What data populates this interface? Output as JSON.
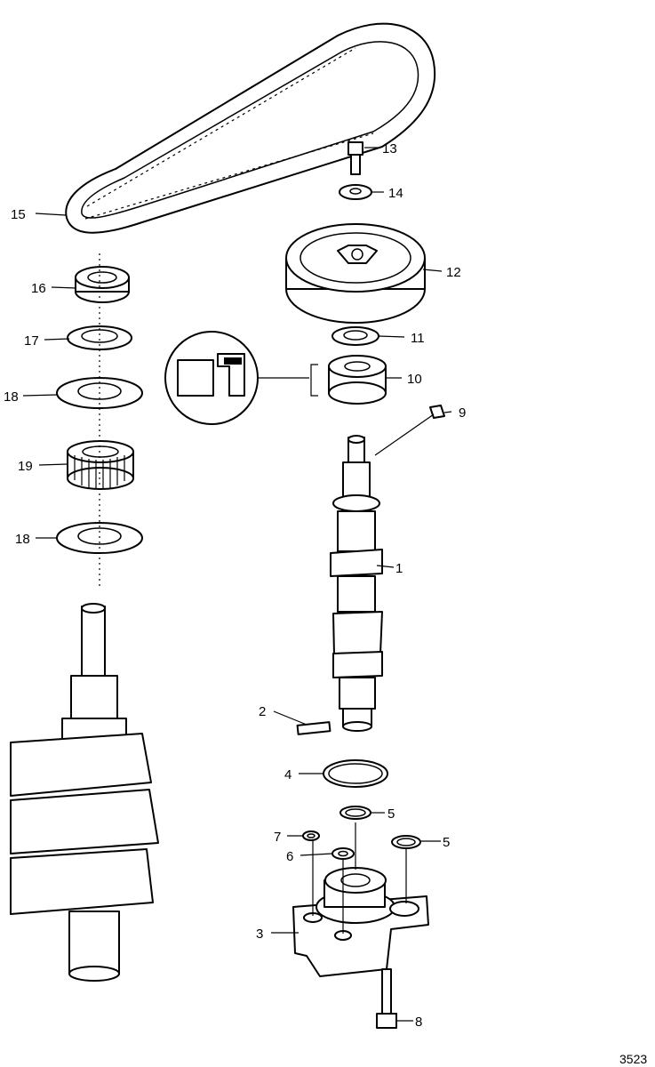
{
  "diagram": {
    "figure_number": "3523",
    "callouts": {
      "c1": "1",
      "c2": "2",
      "c3": "3",
      "c4": "4",
      "c5a": "5",
      "c5b": "5",
      "c6": "6",
      "c7": "7",
      "c8": "8",
      "c9": "9",
      "c10": "10",
      "c11": "11",
      "c12": "12",
      "c13": "13",
      "c14": "14",
      "c15": "15",
      "c16": "16",
      "c17": "17",
      "c18a": "18",
      "c18b": "18",
      "c19": "19"
    }
  }
}
